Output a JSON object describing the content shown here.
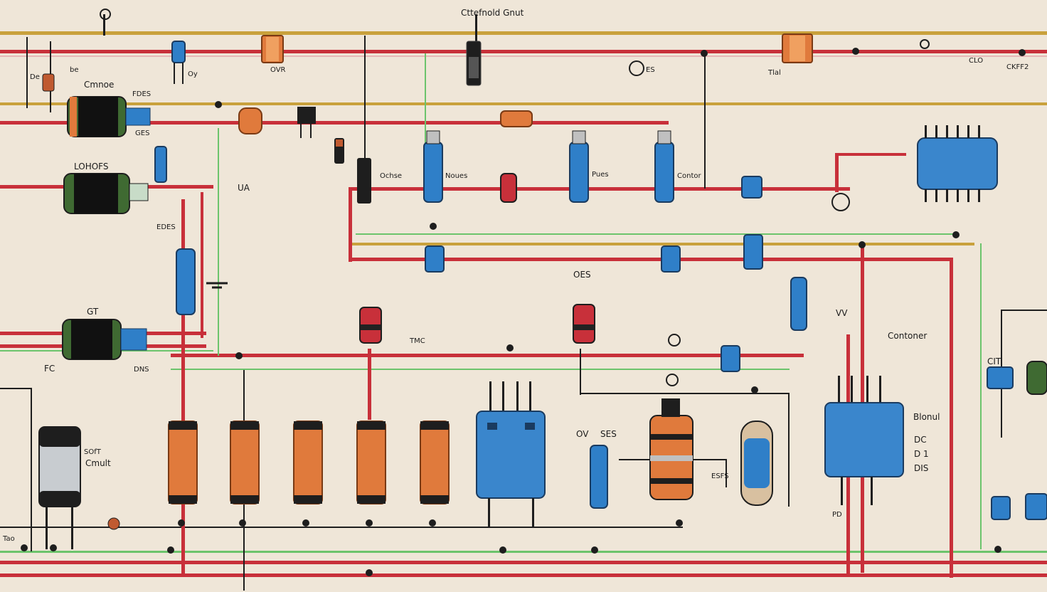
{
  "colors": {
    "background": "#efe6d8",
    "wire_red": "#c8303a",
    "wire_gold": "#c9a13c",
    "wire_green": "#6cc46c",
    "wire_black": "#1e1e1e",
    "coil_blue": "#2f7fc8",
    "capacitor_orange": "#e07a3c",
    "electrolytic_green": "#3f6a32",
    "ic_blue": "#3a86cc"
  },
  "labels": {
    "title": "Cttefnold Gnut",
    "top_right_a": "CLO",
    "top_right_b": "CKFF2",
    "top_tal": "Tlal",
    "top_ovr": "OVR",
    "top_oy": "Oy",
    "top_es": "ES",
    "left_de": "De",
    "left_be": "be",
    "left_cmnoe": "Cmnoe",
    "left_fdes": "FDES",
    "left_ges": "GES",
    "left_lohofs": "LOHOFS",
    "left_ua": "UA",
    "left_edes": "EDES",
    "left_gt": "GT",
    "left_fc": "FC",
    "left_dns": "DNS",
    "left_sort": "SOfT",
    "left_cmult": "Cmult",
    "mid_ochse": "Ochse",
    "mid_noues": "Noues",
    "mid_pues": "Pues",
    "mid_contor_a": "Contor",
    "mid_oes": "OES",
    "mid_tmc": "TMC",
    "mid_ov": "OV",
    "mid_ses": "SES",
    "mid_esfs": "ESFS",
    "right_vv": "VV",
    "right_contoner": "Contoner",
    "right_cit": "CIT",
    "right_blonu": "Blonul",
    "right_dc": "DC",
    "right_d1": "D 1",
    "right_dis": "DIS",
    "right_pd": "PD",
    "bottom_tao": "Tao"
  }
}
